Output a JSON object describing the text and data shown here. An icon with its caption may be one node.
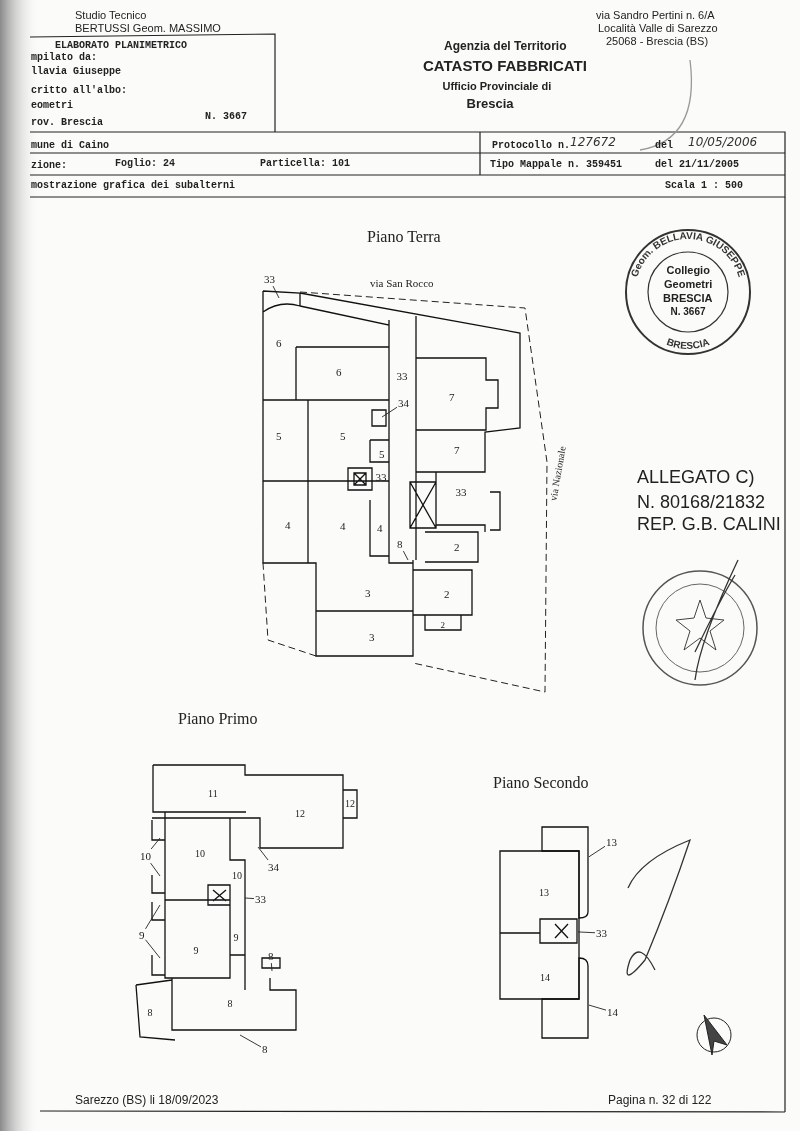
{
  "diagram": {
    "title": "ELABORATO PLANIMETRICO",
    "nodes": [
      {
        "text": [
          "33"
        ]
      },
      {
        "text": [
          "34"
        ]
      },
      {
        "text": [
          "8"
        ]
      },
      {
        "text": [
          "10"
        ]
      },
      {
        "text": [
          "34"
        ]
      },
      {
        "text": [
          "33"
        ]
      },
      {
        "text": [
          "9"
        ]
      },
      {
        "text": [
          "8"
        ]
      },
      {
        "text": [
          "8"
        ]
      },
      {
        "text": [
          "13"
        ]
      },
      {
        "text": [
          "33"
        ]
      },
      {
        "text": [
          "14"
        ]
      },
      {
        "text": [],
        "shape": "box"
      },
      {
        "text": [],
        "shape": "box"
      },
      {
        "text": [],
        "shape": "box"
      }
    ],
    "edges": [
      {
        "from": 0,
        "to": null,
        "arrow": "none"
      },
      {
        "from": 1,
        "to": null,
        "arrow": "none"
      },
      {
        "from": 2,
        "to": null,
        "arrow": "none"
      },
      {
        "from": 3,
        "to": null,
        "arrow": "none"
      },
      {
        "from": 3,
        "to": null,
        "arrow": "none"
      },
      {
        "from": 4,
        "to": null,
        "arrow": "none"
      },
      {
        "from": 5,
        "to": null,
        "arrow": "none"
      },
      {
        "from": 6,
        "to": null,
        "arrow": "none"
      },
      {
        "from": 6,
        "to": null,
        "arrow": "none"
      },
      {
        "from": 7,
        "to": null,
        "arrow": "none"
      },
      {
        "from": 8,
        "to": null,
        "arrow": "none"
      },
      {
        "from": 9,
        "to": 12,
        "arrow": "none"
      },
      {
        "from": 10,
        "to": 13,
        "arrow": "none"
      },
      {
        "from": 11,
        "to": 14,
        "arrow": "none"
      }
    ],
    "labels": [
      "Studio Tecnico",
      "BERTUSSI Geom. MASSIMO",
      "via Sandro Pertini n. 6/A",
      "Località Valle di Sarezzo",
      "25068 - Brescia (BS)",
      "mpilato da:",
      "llavia Giuseppe",
      "critto all'albo:",
      "eometri",
      "rov. Brescia",
      "N. 3667",
      "Agenzia del Territorio",
      "CATASTO FABBRICATI",
      "Ufficio Provinciale di",
      "Brescia",
      "mune di Caino",
      "zione:",
      "Foglio: 24",
      "Particella: 101",
      "Protocollo n.",
      "127672",
      "del",
      "10/05/2006",
      "Tipo Mappale n. 359451",
      "del 21/11/2005",
      "mostrazione grafica dei subalterni",
      "Scala 1 : 500",
      "Piano Terra",
      "via San Rocco",
      "via Nazionale",
      "6",
      "6",
      "33",
      "7",
      "5",
      "5",
      "5",
      "7",
      "33",
      "33",
      "4",
      "4",
      "4",
      "2",
      "3",
      "2",
      "3",
      "2",
      "Geom. BELLAVIA GIUSEPPE",
      "Collegio",
      "Geometri",
      "BRESCIA",
      "N. 3667",
      "BRESCIA",
      "ALLEGATO C)",
      "N. 80168/21832",
      "REP. G.B. CALINI",
      "Piano Primo",
      "11",
      "12",
      "12",
      "10",
      "10",
      "9",
      "9",
      "8",
      "8",
      "Piano Secondo",
      "13",
      "14",
      "Sarezzo (BS) li 18/09/2023",
      "Pagina n. 32 di 122"
    ]
  }
}
